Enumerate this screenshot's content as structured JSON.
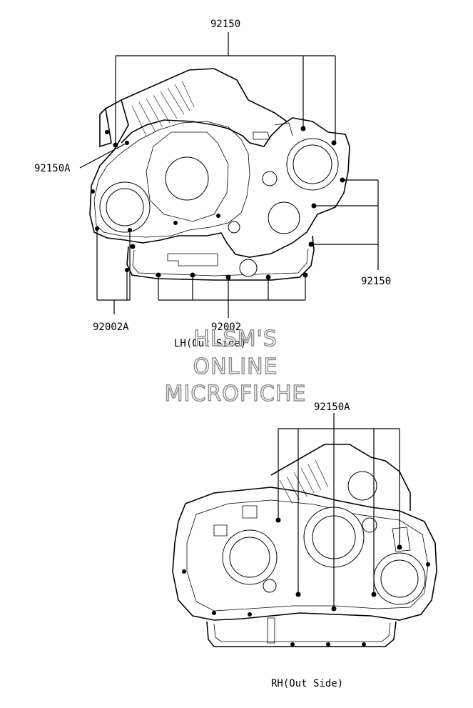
{
  "labels": {
    "top_92150": "92150",
    "left_92150A": "92150A",
    "right_92150": "92150",
    "bottom_92002A": "92002A",
    "bottom_92002": "92002",
    "lh_caption": "LH(Out Side)",
    "rh_92150A": "92150A",
    "rh_caption": "RH(Out Side)"
  },
  "watermark": {
    "line1": "HLSM'S",
    "line2": "ONLINE",
    "line3": "MICROFICHE"
  }
}
